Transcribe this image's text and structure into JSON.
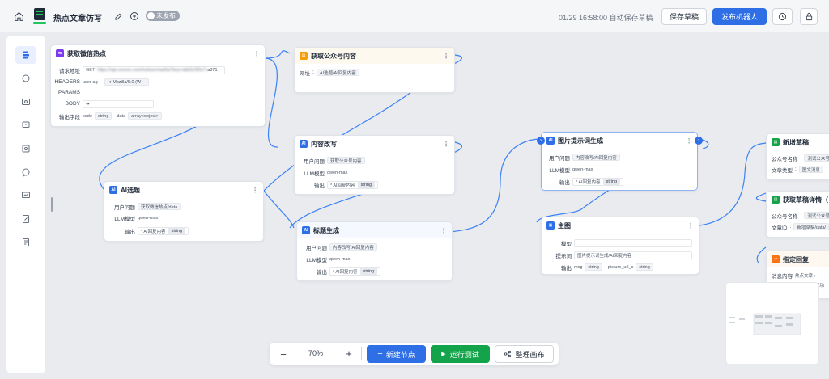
{
  "header": {
    "title": "热点文章仿写",
    "status_badge": "未发布",
    "autosave_text": "01/29 16:58:00 自动保存草稿",
    "save_draft": "保存草稿",
    "publish": "发布机器人"
  },
  "nodes": {
    "wechat_hot": {
      "title": "获取微信热点",
      "url_label": "请求地址",
      "method": "GET",
      "url_blur": "https://api.xxxxxx.com/hot/wechat/list?key=a8d3c9f0e7a371",
      "url_end": "a371",
      "headers_label": "HEADERS",
      "header_key": "user-ag···",
      "header_val": "Mozilla/5.0 (W···",
      "params_label": "PARAMS",
      "body_label": "BODY",
      "output_label": "输出字段",
      "out1_name": "code",
      "out1_type": "string",
      "out2_name": "data",
      "out2_type": "array<object>"
    },
    "get_account": {
      "title": "获取公众号内容",
      "site_label": "网址",
      "site_val": "AI选题/AI回复内容"
    },
    "ai_topic": {
      "title": "AI选题",
      "user_q_label": "用户问题",
      "user_q_val": "获取微信热点/data",
      "llm_label": "LLM模型",
      "llm_val": "qwen-max",
      "output_label": "输出",
      "output_val": "* AI回复内容",
      "output_type": "string"
    },
    "rewrite": {
      "title": "内容改写",
      "user_q_label": "用户问题",
      "user_q_val": "获取公众号内容",
      "llm_label": "LLM模型",
      "llm_val": "qwen-max",
      "output_label": "输出",
      "output_val": "* AI回复内容",
      "output_type": "string"
    },
    "title_gen": {
      "title": "标题生成",
      "user_q_label": "用户问题",
      "user_q_val": "内容改写/AI回复内容",
      "llm_label": "LLM模型",
      "llm_val": "qwen-max",
      "output_label": "输出",
      "output_val": "* AI回复内容",
      "output_type": "string"
    },
    "img_prompt": {
      "title": "图片提示词生成",
      "user_q_label": "用户问题",
      "user_q_val": "内容改写/AI回复内容",
      "llm_label": "LLM模型",
      "llm_val": "qwen-max",
      "output_label": "输出",
      "output_val": "* AI回复内容",
      "output_type": "string"
    },
    "main_image": {
      "title": "主图",
      "model_label": "模型",
      "prompt_label": "提示词",
      "prompt_val": "图片提示词生成/AI回复内容",
      "output_label": "输出",
      "out1_name": "msg",
      "out1_type": "string",
      "out2_name": "picture_url_s",
      "out2_type": "string"
    },
    "new_draft": {
      "title": "新增草稿",
      "account_label": "公众号名称",
      "account_val": "测试公众号",
      "type_label": "文章类型",
      "type_val": "图文消息"
    },
    "get_draft": {
      "title": "获取草稿详情（",
      "account_label": "公众号名称",
      "account_val": "测试公众号",
      "article_label": "文章ID",
      "article_val": "新增草稿/data/"
    },
    "reply": {
      "title": "指定回复",
      "msg_label": "消息内容",
      "msg_val": "热点文章 : ",
      "msg_val2": "成功"
    }
  },
  "toolbar": {
    "zoom": "70%",
    "new_node": "新建节点",
    "run_test": "运行测试",
    "arrange": "整理画布"
  },
  "colors": {
    "accent": "#2f6fe6",
    "green": "#13a34a",
    "ai_icon": "#2f6fe6",
    "http_icon": "#7c3aed",
    "fetch_icon": "#f59e0b",
    "draft_icon": "#16a34a",
    "reply_icon": "#f97316"
  }
}
